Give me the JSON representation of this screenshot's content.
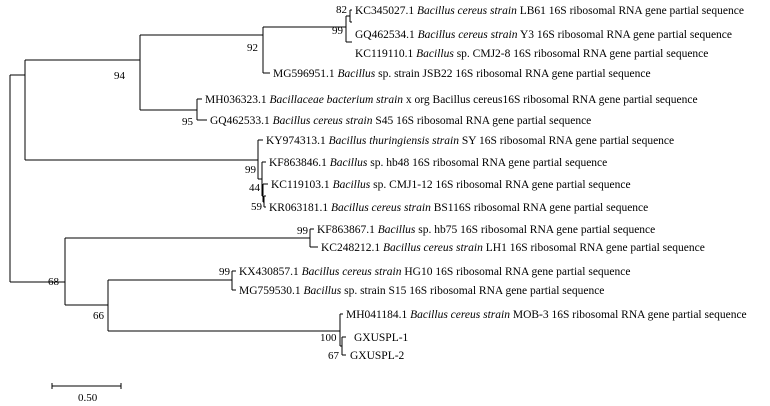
{
  "tree": {
    "leaves": [
      {
        "acc": "KC345027.1",
        "sp": "Bacillus cereus strain",
        "rest": "LB61 16S ribosomal RNA gene partial sequence"
      },
      {
        "acc": "GQ462534.1",
        "sp": "Bacillus cereus strain",
        "rest": "Y3 16S ribosomal RNA gene partial sequence"
      },
      {
        "acc": "KC119110.1",
        "sp": "Bacillus",
        "rest": "sp. CMJ2-8 16S ribosomal RNA gene partial sequence"
      },
      {
        "acc": "MG596951.1",
        "sp": "Bacillus",
        "rest": "sp. strain JSB22 16S ribosomal RNA gene partial sequence"
      },
      {
        "acc": "MH036323.1",
        "sp": "Bacillaceae bacterium strain",
        "rest": "x org Bacillus cereus16S ribosomal RNA gene partial sequence"
      },
      {
        "acc": "GQ462533.1",
        "sp": "Bacillus cereus strain",
        "rest": "S45 16S ribosomal RNA gene partial sequence"
      },
      {
        "acc": "KY974313.1",
        "sp": "Bacillus thuringiensis strain",
        "rest": "SY 16S ribosomal RNA gene partial sequence"
      },
      {
        "acc": "KF863846.1",
        "sp": "Bacillus",
        "rest": "sp. hb48 16S ribosomal RNA gene partial sequence"
      },
      {
        "acc": "KC119103.1",
        "sp": "Bacillus",
        "rest": "sp. CMJ1-12 16S ribosomal RNA gene partial sequence"
      },
      {
        "acc": "KR063181.1",
        "sp": "Bacillus cereus strain",
        "rest": "BS116S ribosomal RNA gene partial sequence"
      },
      {
        "acc": "KF863867.1",
        "sp": "Bacillus",
        "rest": "sp. hb75 16S ribosomal RNA gene partial sequence"
      },
      {
        "acc": "KC248212.1",
        "sp": "Bacillus cereus strain",
        "rest": "LH1 16S ribosomal RNA gene partial sequence"
      },
      {
        "acc": "KX430857.1",
        "sp": "Bacillus cereus strain",
        "rest": "HG10 16S ribosomal RNA gene partial sequence"
      },
      {
        "acc": "MG759530.1",
        "sp": "Bacillus",
        "rest": "sp. strain S15 16S ribosomal RNA gene partial sequence"
      },
      {
        "acc": "MH041184.1",
        "sp": "Bacillus cereus strain",
        "rest": "MOB-3 16S ribosomal RNA gene partial sequence"
      },
      {
        "acc": "GXUSPL-1",
        "sp": "",
        "rest": ""
      },
      {
        "acc": "GXUSPL-2",
        "sp": "",
        "rest": ""
      }
    ],
    "bootstrap": [
      "82",
      "99",
      "92",
      "94",
      "95",
      "99",
      "44",
      "59",
      "99",
      "99",
      "100",
      "67",
      "68",
      "66"
    ],
    "scale_label": "0.50"
  }
}
